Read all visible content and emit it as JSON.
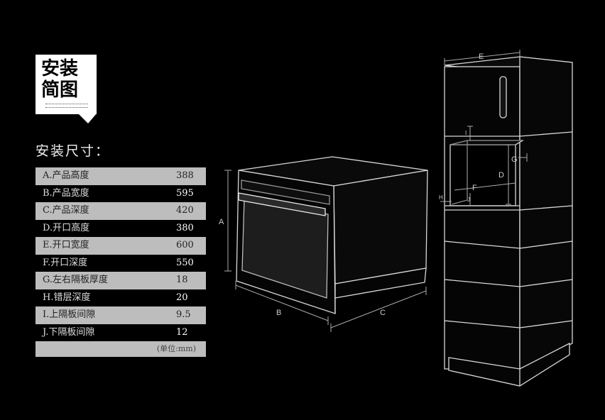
{
  "logo": {
    "line1": "安装",
    "line2": "简图"
  },
  "section_title": "安装尺寸：",
  "specs": [
    {
      "label": "A.产品高度",
      "value": "388"
    },
    {
      "label": "B.产品宽度",
      "value": "595"
    },
    {
      "label": "C.产品深度",
      "value": "420"
    },
    {
      "label": "D.开口高度",
      "value": "380"
    },
    {
      "label": "E.开口宽度",
      "value": "600"
    },
    {
      "label": "F.开口深度",
      "value": "550"
    },
    {
      "label": "G.左右隔板厚度",
      "value": "18"
    },
    {
      "label": "H.错层深度",
      "value": "20"
    },
    {
      "label": "I.上隔板间隙",
      "value": "9.5"
    },
    {
      "label": "J.下隔板间隙",
      "value": "12"
    }
  ],
  "unit": "(单位:mm)",
  "dims": {
    "A": "A",
    "B": "B",
    "C": "C",
    "D": "D",
    "E": "E",
    "F": "F",
    "G": "G",
    "H": "H",
    "I": "I",
    "J": "J"
  }
}
